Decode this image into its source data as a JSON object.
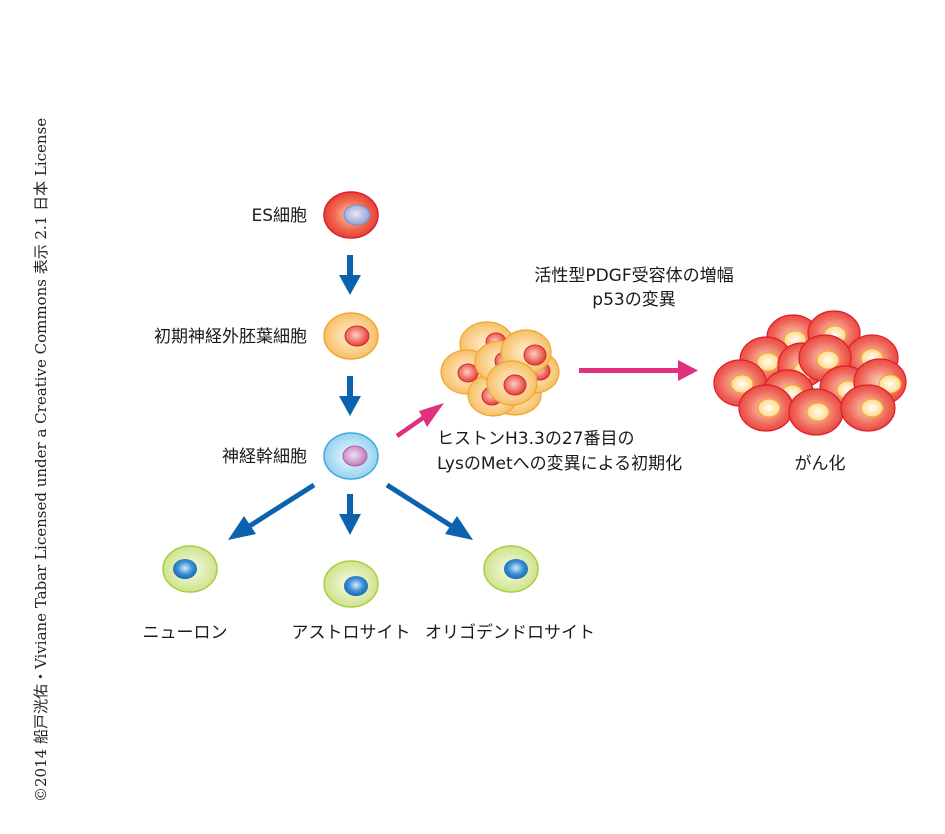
{
  "credit": "©2014 船戸洸佑・Viviane Tabar Licensed under a Creative Commons 表示 2.1 日本 License",
  "colors": {
    "lineage_arrow": "#0b63b0",
    "tumor_arrow": "#e0307f",
    "es_cell": "#e8383d",
    "es_nucleus": "#9aa3d6",
    "early_cell": "#f6b84a",
    "early_nucleus": "#e8383d",
    "nsc_cell": "#8fd0f0",
    "nsc_nucleus": "#c27fc0",
    "diff_cell": "#cfe58a",
    "diff_nucleus": "#1b74c4",
    "cancer_cell": "#e8383d",
    "cancer_nucleus": "#ffd98a"
  },
  "stages": {
    "es": "ES細胞",
    "early_neuroectoderm": "初期神経外胚葉細胞",
    "neural_stem": "神経幹細胞",
    "neuron": "ニューロン",
    "astrocyte": "アストロサイト",
    "oligodendrocyte": "オリゴデンドロサイト"
  },
  "annotations": {
    "reprogramming_line1": "ヒストンH3.3の27番目の",
    "reprogramming_line2": "LysのMetへの変異による初期化",
    "progression_line1": "活性型PDGF受容体の増幅",
    "progression_line2": "p53の変異",
    "cancer": "がん化"
  }
}
